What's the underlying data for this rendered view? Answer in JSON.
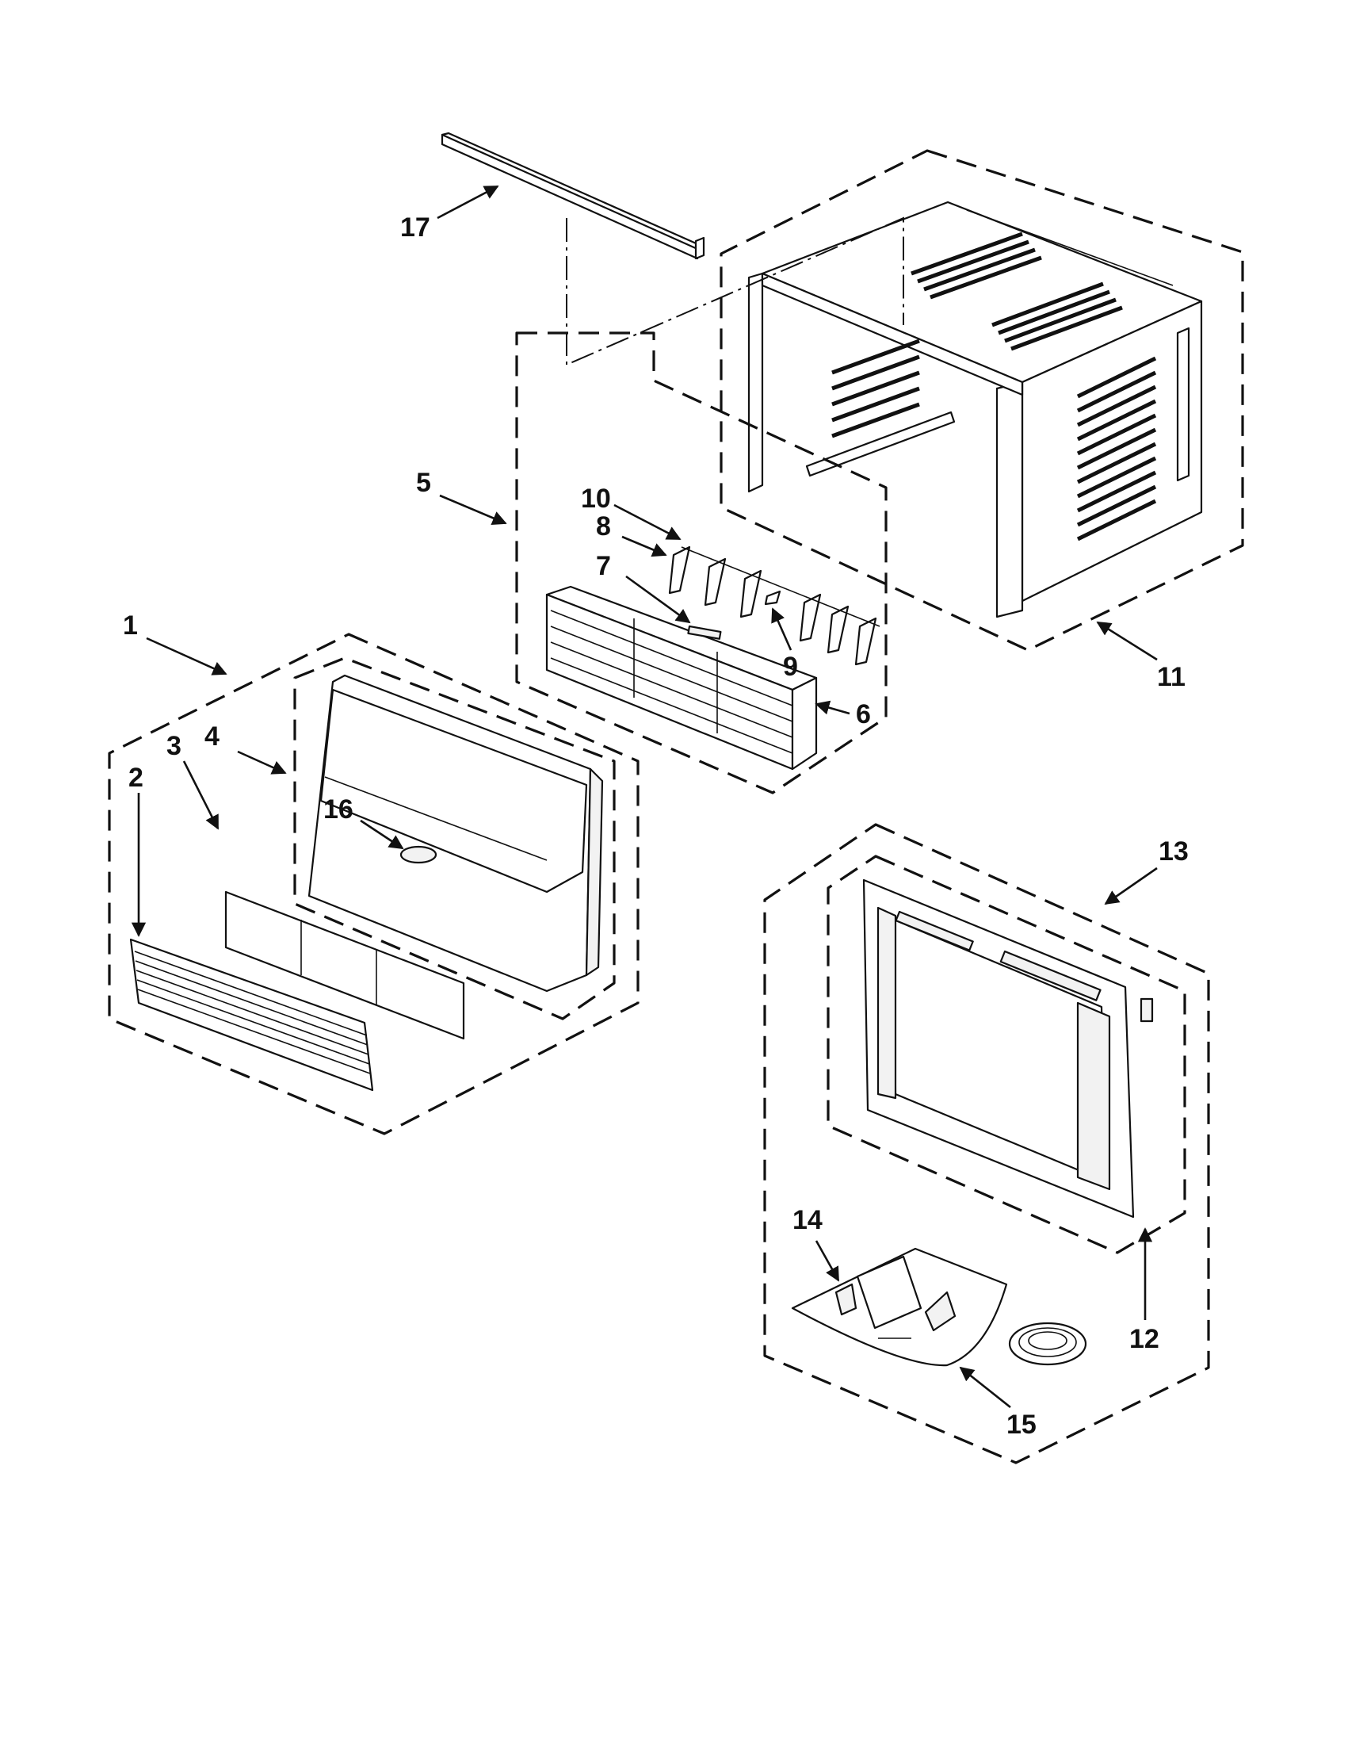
{
  "callouts": [
    {
      "id": "c1",
      "text": "1"
    },
    {
      "id": "c2",
      "text": "2"
    },
    {
      "id": "c3",
      "text": "3"
    },
    {
      "id": "c4",
      "text": "4"
    },
    {
      "id": "c5",
      "text": "5"
    },
    {
      "id": "c6",
      "text": "6"
    },
    {
      "id": "c7",
      "text": "7"
    },
    {
      "id": "c8",
      "text": "8"
    },
    {
      "id": "c9",
      "text": "9"
    },
    {
      "id": "c10",
      "text": "10"
    },
    {
      "id": "c11",
      "text": "11"
    },
    {
      "id": "c12",
      "text": "12"
    },
    {
      "id": "c13",
      "text": "13"
    },
    {
      "id": "c14",
      "text": "14"
    },
    {
      "id": "c15",
      "text": "15"
    },
    {
      "id": "c16",
      "text": "16"
    },
    {
      "id": "c17",
      "text": "17"
    }
  ],
  "colors": {
    "ink": "#111111",
    "paper": "#ffffff"
  }
}
